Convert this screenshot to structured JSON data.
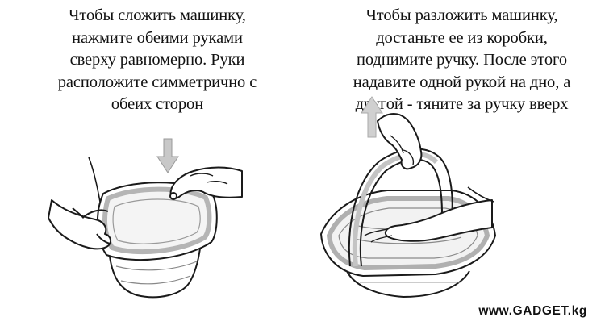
{
  "instructions": {
    "fold": {
      "lines": [
        "Чтобы сложить машинку,",
        "нажмите обеими руками",
        "сверху равномерно. Руки",
        "расположите симметрично с",
        "обеих сторон"
      ]
    },
    "unfold": {
      "lines": [
        "Чтобы разложить машинку,",
        "достаньте ее из коробки,",
        "поднимите ручку. После этого",
        "надавите одной рукой на дно, а",
        "другой - тяните за ручку вверх"
      ]
    }
  },
  "watermark": {
    "text": "www.GADGET.kg"
  },
  "colors": {
    "ink": "#1a1a1a",
    "rim": "#b8b8b8",
    "arrow": "#c4c4c4",
    "bucket": "#dcdcdc"
  }
}
